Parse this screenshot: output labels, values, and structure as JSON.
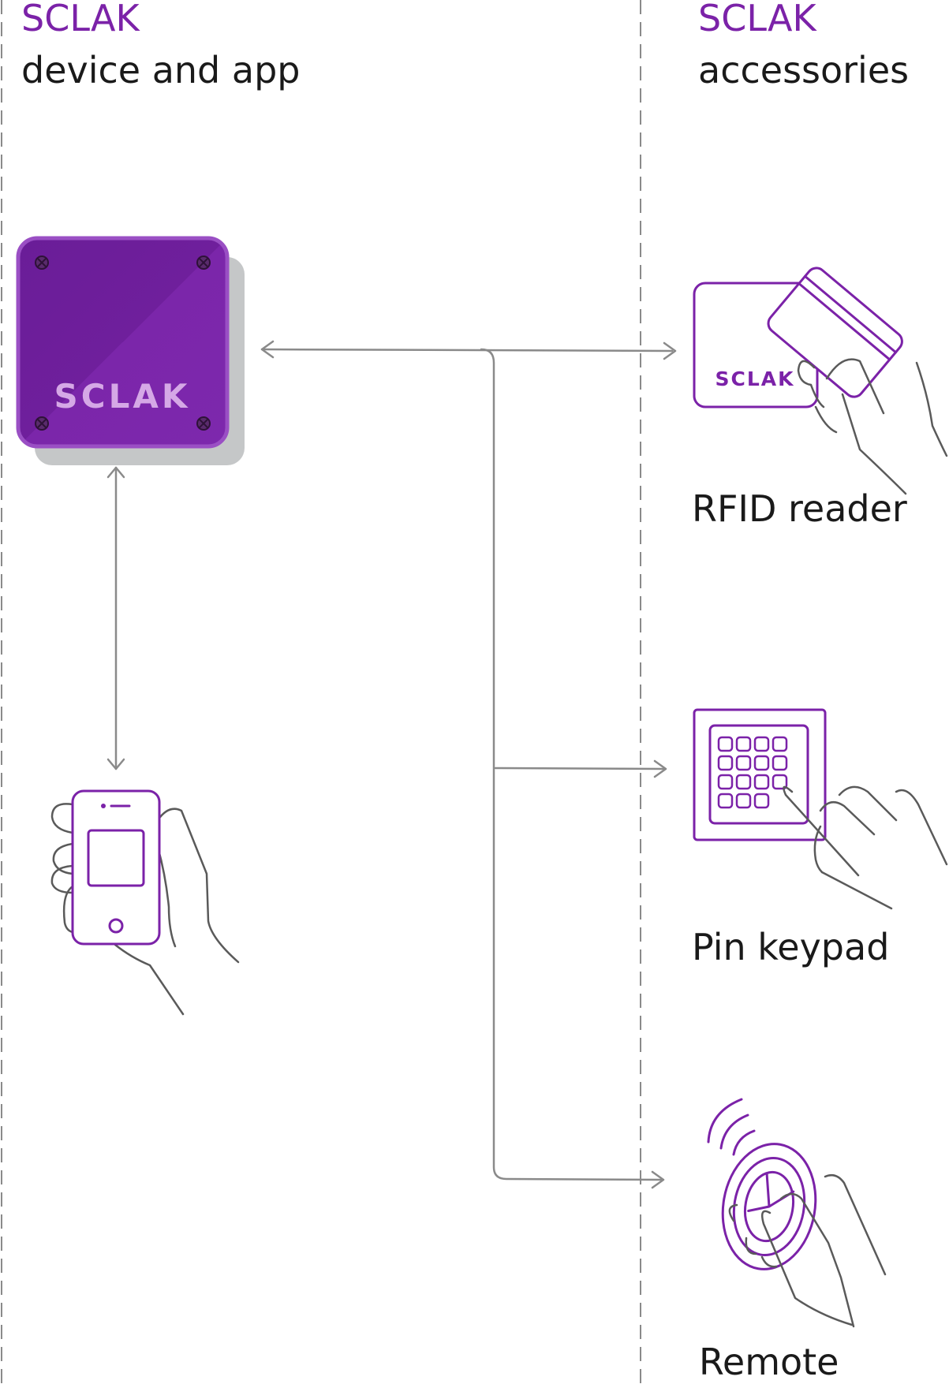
{
  "left_panel": {
    "brand": "SCLAK",
    "title": "device and app"
  },
  "right_panel": {
    "brand": "SCLAK",
    "title": "accessories"
  },
  "device": {
    "logo": "SCLAK"
  },
  "accessories": [
    {
      "label": "RFID reader",
      "icon": "rfid-reader-icon",
      "logo": "SCLAK"
    },
    {
      "label": "Pin keypad",
      "icon": "pin-keypad-icon"
    },
    {
      "label": "Remote",
      "icon": "remote-fob-icon"
    }
  ],
  "colors": {
    "brand_purple": "#7b22a8",
    "connector_gray": "#8a8a8a",
    "outline_gray": "#5a5a5a",
    "shadow_gray": "#c5c7c8"
  }
}
